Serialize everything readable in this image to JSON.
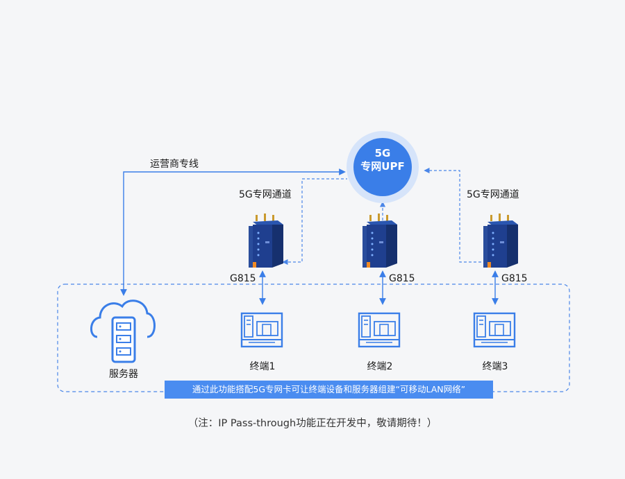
{
  "upf": {
    "line1": "5G",
    "line2": "专网UPF"
  },
  "links": {
    "operator_line": "运营商专线",
    "channel_left": "5G专网通道",
    "channel_right": "5G专网通道"
  },
  "routers": [
    {
      "model": "G815"
    },
    {
      "model": "G815"
    },
    {
      "model": "G815"
    }
  ],
  "server": {
    "label": "服务器"
  },
  "terminals": [
    {
      "label": "终端1"
    },
    {
      "label": "终端2"
    },
    {
      "label": "终端3"
    }
  ],
  "banner": {
    "text": "通过此功能搭配5G专网卡可让终端设备和服务器组建“可移动LAN网络”"
  },
  "note": {
    "text": "（注：IP Pass-through功能正在开发中，敬请期待！）"
  },
  "colors": {
    "primary_blue": "#3a7ee8",
    "device_navy": "#1f3f8f",
    "upf_halo": "#d6e4fa",
    "banner_blue": "#4a8cf0",
    "dashed_line": "#4a86e8",
    "accent_orange": "#f08a24"
  },
  "icons": {
    "upf": "upf-circle-icon",
    "router": "industrial-5g-router-icon",
    "server": "cloud-server-icon",
    "terminal": "terminal-device-icon"
  }
}
